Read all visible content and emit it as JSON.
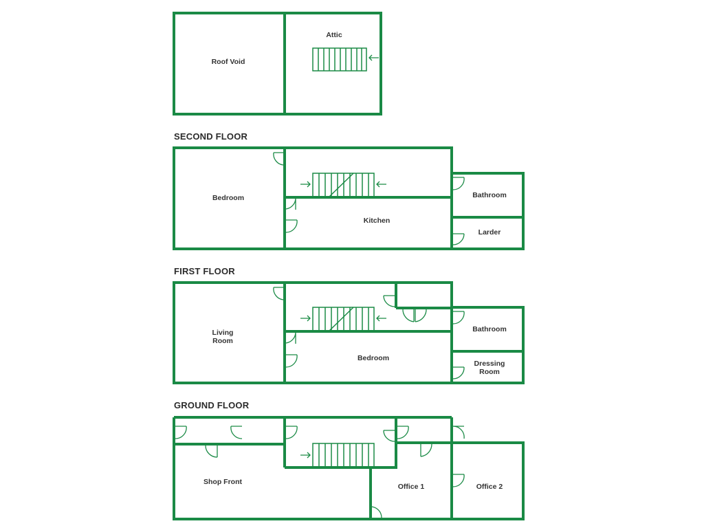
{
  "colors": {
    "wall": "#1a8a45",
    "text": "#333333",
    "background": "#ffffff"
  },
  "floors": {
    "attic": {
      "rooms": {
        "roof_void": "Roof Void",
        "attic": "Attic"
      }
    },
    "second": {
      "title": "SECOND FLOOR",
      "rooms": {
        "bedroom": "Bedroom",
        "kitchen": "Kitchen",
        "bathroom": "Bathroom",
        "larder": "Larder"
      }
    },
    "first": {
      "title": "FIRST FLOOR",
      "rooms": {
        "living_room_line1": "Living",
        "living_room_line2": "Room",
        "bedroom": "Bedroom",
        "bathroom": "Bathroom",
        "dressing_room_line1": "Dressing",
        "dressing_room_line2": "Room"
      }
    },
    "ground": {
      "title": "GROUND FLOOR",
      "rooms": {
        "shop_front": "Shop Front",
        "office1": "Office 1",
        "office2": "Office 2"
      }
    }
  }
}
